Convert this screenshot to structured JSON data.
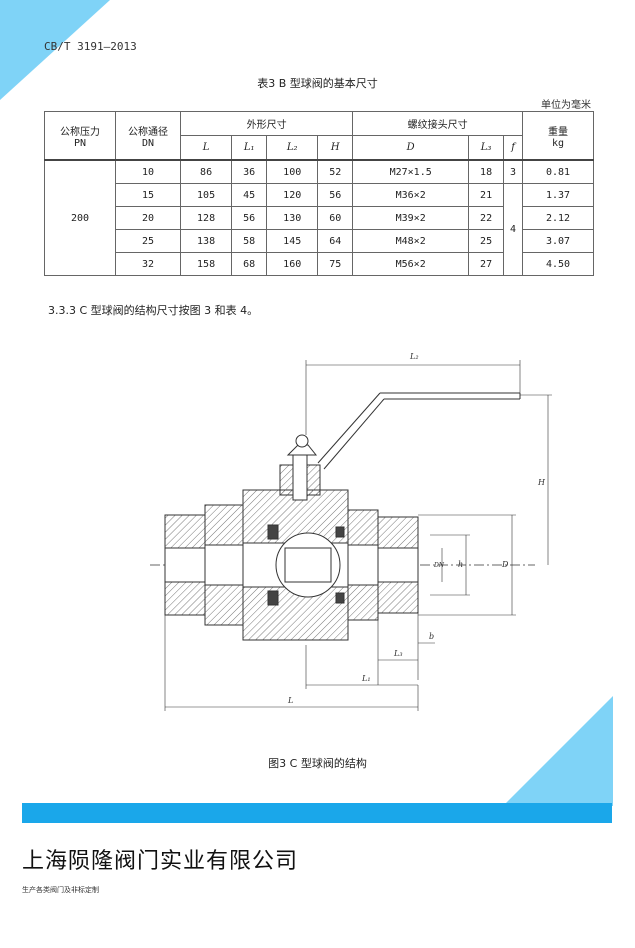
{
  "header": {
    "std_code": "CB/T 3191—2013"
  },
  "table": {
    "title": "表3  B 型球阀的基本尺寸",
    "unit_note": "单位为毫米",
    "headers": {
      "pressure": "公称压力\nPN",
      "diameter": "公称通径\nDN",
      "outline": "外形尺寸",
      "thread": "螺纹接头尺寸",
      "weight": "重量\nkg",
      "sub": [
        "L",
        "L₁",
        "L₂",
        "H",
        "D",
        "L₃",
        "f"
      ]
    },
    "pressure_value": "200",
    "f_merged": "4",
    "rows": [
      {
        "dn": "10",
        "L": "86",
        "L1": "36",
        "L2": "100",
        "H": "52",
        "D": "M27×1.5",
        "L3": "18",
        "f": "3",
        "kg": "0.81"
      },
      {
        "dn": "15",
        "L": "105",
        "L1": "45",
        "L2": "120",
        "H": "56",
        "D": "M36×2",
        "L3": "21",
        "kg": "1.37"
      },
      {
        "dn": "20",
        "L": "128",
        "L1": "56",
        "L2": "130",
        "H": "60",
        "D": "M39×2",
        "L3": "22",
        "kg": "2.12"
      },
      {
        "dn": "25",
        "L": "138",
        "L1": "58",
        "L2": "145",
        "H": "64",
        "D": "M48×2",
        "L3": "25",
        "kg": "3.07"
      },
      {
        "dn": "32",
        "L": "158",
        "L1": "68",
        "L2": "160",
        "H": "75",
        "D": "M56×2",
        "L3": "27",
        "kg": "4.50"
      }
    ]
  },
  "clause": "3.3.3  C 型球阀的结构尺寸按图 3 和表 4。",
  "drawing": {
    "labels": {
      "L": "L",
      "L1": "L₁",
      "L2": "L₂",
      "L3": "L₃",
      "H": "H",
      "D": "D",
      "h": "h",
      "DN": "DN",
      "b": "b"
    }
  },
  "figure_caption": "图3  C 型球阀的结构",
  "footer": {
    "company": "上海陨隆阀门实业有限公司",
    "tagline": "生产各类阀门及非标定制",
    "bar_color": "#1aa7ea",
    "corner_color": "#7fd3f7"
  }
}
